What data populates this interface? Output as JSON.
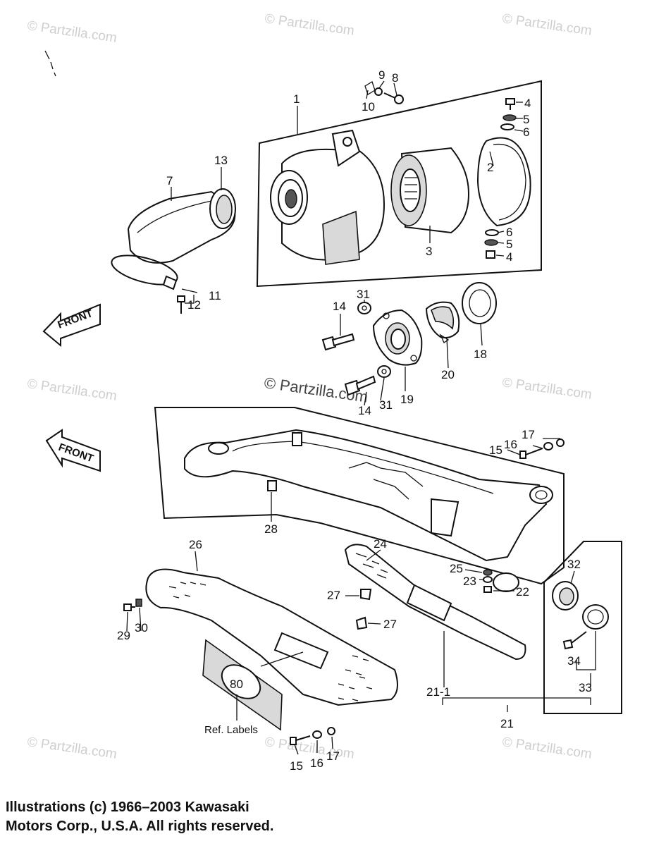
{
  "watermark": {
    "text": "© Partzilla.com",
    "center_text": "© Partzilla.com"
  },
  "front_arrows": [
    "FRONT",
    "FRONT"
  ],
  "callouts": {
    "c1": "1",
    "c2": "2",
    "c3": "3",
    "c4a": "4",
    "c4b": "4",
    "c5a": "5",
    "c5b": "5",
    "c6a": "6",
    "c6b": "6",
    "c7": "7",
    "c8": "8",
    "c9": "9",
    "c10": "10",
    "c11": "11",
    "c12": "12",
    "c13": "13",
    "c14": "14",
    "c14b": "14",
    "c15a": "15",
    "c15b": "15",
    "c16a": "16",
    "c16b": "16",
    "c17a": "17",
    "c17b": "17",
    "c18": "18",
    "c19": "19",
    "c20": "20",
    "c21": "21",
    "c21_1": "21-1",
    "c22": "22",
    "c23": "23",
    "c24": "24",
    "c25": "25",
    "c26": "26",
    "c27a": "27",
    "c27b": "27",
    "c28": "28",
    "c29": "29",
    "c30": "30",
    "c31a": "31",
    "c31b": "31",
    "c32": "32",
    "c33": "33",
    "c34": "34"
  },
  "ref_labels": "Ref. Labels",
  "plate_number": "80",
  "copyright": {
    "line1": "Illustrations (c) 1966–2003 Kawasaki",
    "line2": "Motors Corp., U.S.A.  All rights reserved."
  }
}
